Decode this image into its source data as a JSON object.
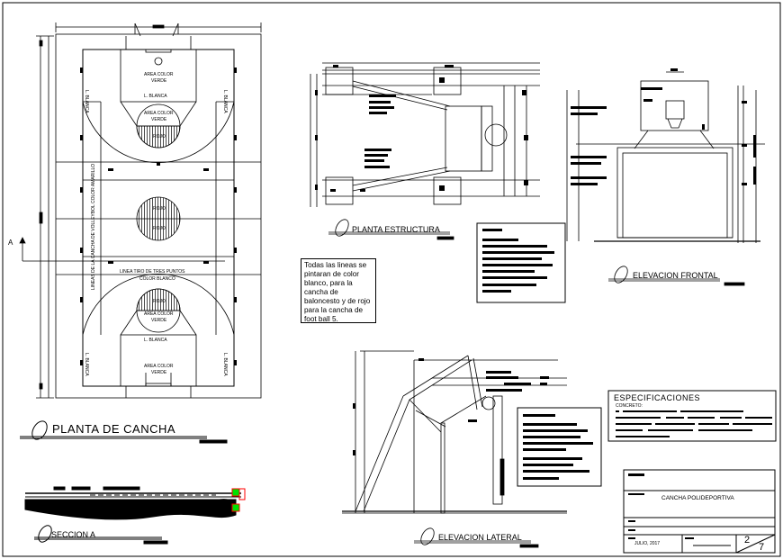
{
  "views": {
    "planta_cancha": "PLANTA DE CANCHA",
    "planta_estructura": "PLANTA ESTRUCTURA",
    "elevacion_frontal": "ELEVACION FRONTAL",
    "seccion_a": "SECCION  A",
    "elevacion_lateral": "ELEVACION LATERAL"
  },
  "court_labels": {
    "area_verde_top": "AREA COLOR",
    "area_verde_top_2": "VERDE",
    "l_blanca_center_top": "L. BLANCA",
    "circle_area_top": "AREA COLOR",
    "circle_area_top_2": "VERDE",
    "rojo_top": "ROJO",
    "rojo_center": "ROJO",
    "rojo_center_2": "ROJO",
    "tres_puntos": "LINEA TIRO DE TRES PUNTOS",
    "tres_puntos_2": "COLOR BLANCO",
    "circle_area_bottom": "AREA COLOR",
    "circle_area_bottom_2": "VERDE",
    "rojo_bottom": "ROJO",
    "l_blanca_center_bottom": "L. BLANCA",
    "area_verde_bottom": "AREA COLOR",
    "area_verde_bottom_2": "VERDE",
    "l_blanca_side": "L. BLANCA",
    "side_vertical": "LINEAS DE LA CANCHA DE VOLLEYBOL COLOR AMARILLO",
    "section_marker": "A"
  },
  "note_text": "Todas las lineas se pintaran de color blanco, para la cancha de baloncesto y de rojo para la cancha de foot ball 5.",
  "specs": {
    "title": "ESPECIFICACIONES",
    "subtitle": "CONCRETO:"
  },
  "title_block": {
    "project": "CANCHA POLIDEPORTIVA",
    "date": "JULIO, 2017",
    "sheet_number": "2",
    "sheet_total": "7"
  },
  "colors": {
    "line": "#000000",
    "highlight_green": "#00e000",
    "highlight_red": "#ff0000"
  }
}
